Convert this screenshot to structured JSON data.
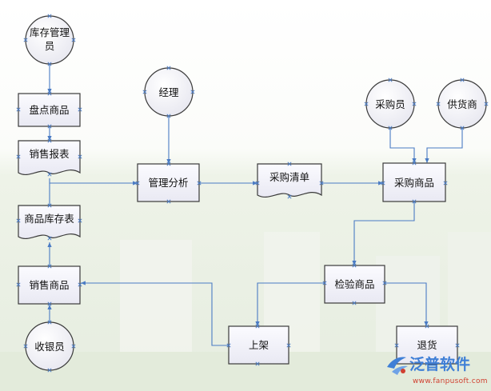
{
  "nodes": {
    "inventory_admin_line1": "库存管理",
    "inventory_admin_line2": "员",
    "stocktake": "盘点商品",
    "sales_report": "销售报表",
    "product_inventory_table": "商品库存表",
    "sell_goods": "销售商品",
    "cashier": "收银员",
    "manager": "经理",
    "management_analysis": "管理分析",
    "purchase_list": "采购清单",
    "purchaser": "采购员",
    "supplier": "供货商",
    "purchase_goods": "采购商品",
    "inspect_goods": "检验商品",
    "shelve": "上架",
    "return_goods": "退货"
  },
  "watermark": {
    "brand": "泛普软件",
    "url": "www.fanpusoft.com"
  },
  "colors": {
    "connector": "#4a7bc4",
    "node_fill": "#f4f4fa",
    "node_border": "#3a3a3a",
    "watermark": "#3f7fd6",
    "watermark_url": "#d04030"
  }
}
